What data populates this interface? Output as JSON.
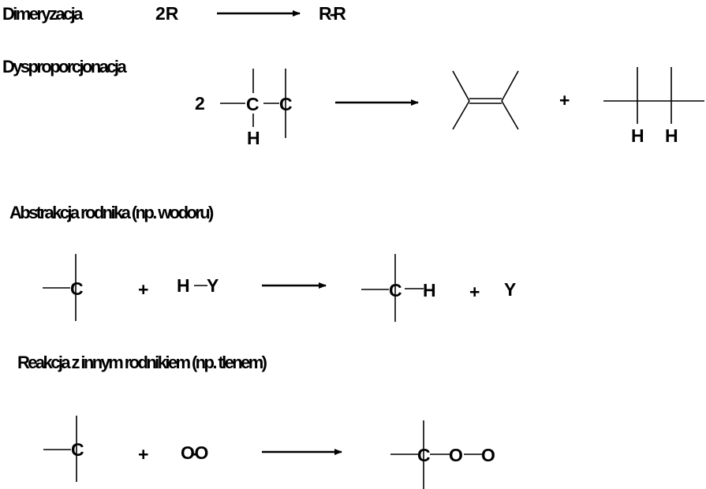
{
  "sections": {
    "dimerization": {
      "title": "Dimeryzacja",
      "reactant": "2R",
      "product": "R-R"
    },
    "disproportionation": {
      "title": "Dysproporcjonacja",
      "coef": "2",
      "atoms": [
        "C",
        "C",
        "H"
      ],
      "plus": "+",
      "product_h": [
        "H",
        "H"
      ]
    },
    "abstraction": {
      "title": "Abstrakcja rodnika (np. wodoru)",
      "carbon": "C",
      "plus": "+",
      "h": "H",
      "y": "Y",
      "product_c": "C",
      "product_h": "H",
      "plus2": "+",
      "product_y": "Y"
    },
    "radical_reaction": {
      "title": "Reakcja z innym rodnikiem (np. tlenem)",
      "carbon": "C",
      "plus": "+",
      "oxygen": "O-O",
      "product_c": "C",
      "product_o1": "O",
      "product_o2": "O"
    }
  },
  "colors": {
    "ink": "#000000",
    "background": "#ffffff"
  }
}
